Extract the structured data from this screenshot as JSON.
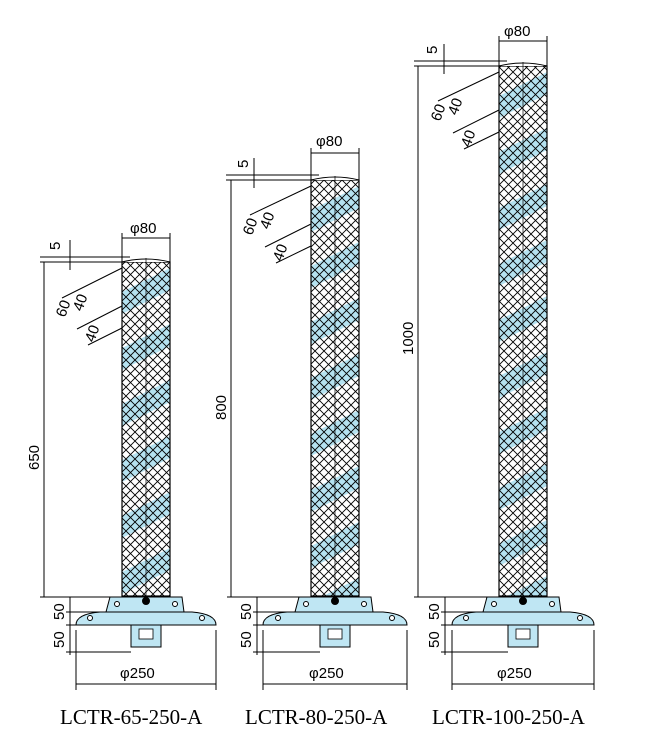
{
  "colors": {
    "stripe_blue": "#b5e2f0",
    "base_blue": "#bfe6f3",
    "line": "#000000",
    "background": "#ffffff"
  },
  "posts": [
    {
      "model": "LCTR-65-250-A",
      "dims": {
        "top_offset": "5",
        "diameter_top": "φ80",
        "stripe_60": "60",
        "stripe_40a": "40",
        "stripe_40b": "40",
        "height": "650",
        "base_h1": "50",
        "base_h2": "50",
        "diameter_base": "φ250"
      }
    },
    {
      "model": "LCTR-80-250-A",
      "dims": {
        "top_offset": "5",
        "diameter_top": "φ80",
        "stripe_60": "60",
        "stripe_40a": "40",
        "stripe_40b": "40",
        "height": "800",
        "base_h1": "50",
        "base_h2": "50",
        "diameter_base": "φ250"
      }
    },
    {
      "model": "LCTR-100-250-A",
      "dims": {
        "top_offset": "5",
        "diameter_top": "φ80",
        "stripe_60": "60",
        "stripe_40a": "40",
        "stripe_40b": "40",
        "height": "1000",
        "base_h1": "50",
        "base_h2": "50",
        "diameter_base": "φ250"
      }
    }
  ]
}
